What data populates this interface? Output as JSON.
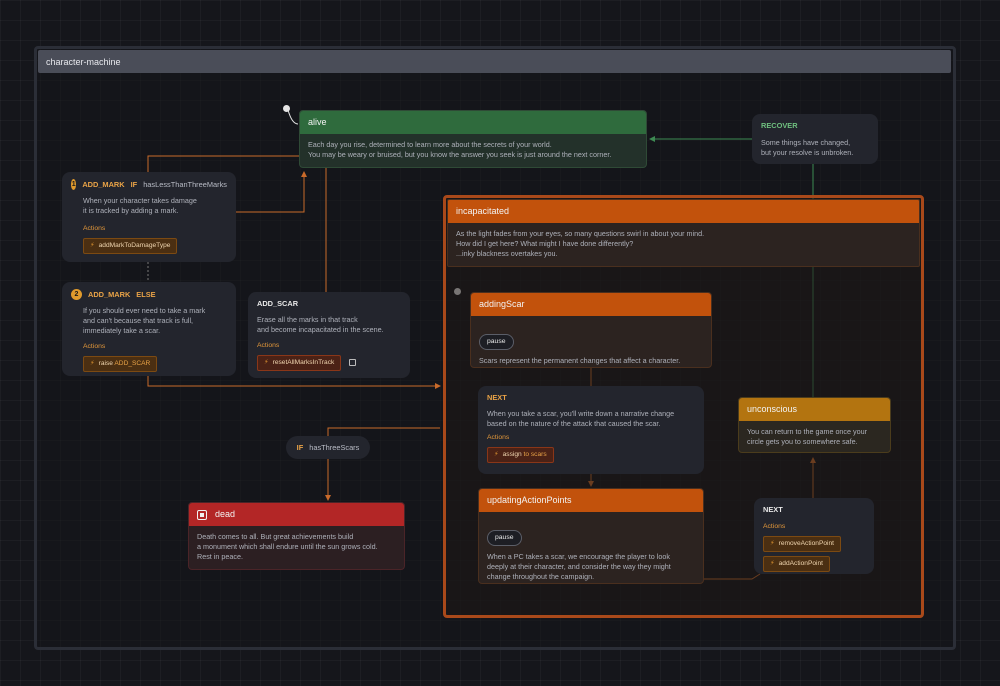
{
  "machine": {
    "title": "character-machine"
  },
  "states": {
    "alive": {
      "title": "alive",
      "description": "Each day you rise, determined to learn more about the secrets of your world.\nYou may be weary or bruised, but you know the answer you seek is just around the next corner."
    },
    "incapacitated": {
      "title": "incapacitated",
      "description": "As the light fades from your eyes, so many questions swirl in about your mind.\nHow did I get here? What might I have done differently?\n...inky blackness overtakes you."
    },
    "addingScar": {
      "title": "addingScar",
      "tag": "pause",
      "description": "Scars represent the permanent changes that affect a character."
    },
    "updatingActionPoints": {
      "title": "updatingActionPoints",
      "tag": "pause",
      "description": "When a PC takes a scar, we encourage the player to look\ndeeply at their character, and consider the way they might\nchange throughout the campaign."
    },
    "unconscious": {
      "title": "unconscious",
      "description": "You can return to the game once your\ncircle gets you to somewhere safe."
    },
    "dead": {
      "title": "dead",
      "description": "Death comes to all. But great achievements build\na monument which shall endure until the sun grows cold.\nRest in peace."
    }
  },
  "transitions": {
    "recover": {
      "event": "RECOVER",
      "description": "Some things have changed,\nbut your resolve is unbroken."
    },
    "add_mark_1": {
      "index": "1",
      "event": "ADD_MARK",
      "keyword": "IF",
      "guard": "hasLessThanThreeMarks",
      "description": "When your character takes damage\nit is tracked by adding a mark.",
      "actions_label": "Actions",
      "actions": [
        "addMarkToDamageType"
      ]
    },
    "add_mark_2": {
      "index": "2",
      "event": "ADD_MARK",
      "keyword": "ELSE",
      "description": "If you should ever need to take a mark\nand can't because that track is full,\nimmediately take a scar.",
      "actions_label": "Actions",
      "action_raise": "raise",
      "action_target": "ADD_SCAR"
    },
    "add_scar": {
      "event": "ADD_SCAR",
      "description": "Erase all the marks in that track\nand become incapacitated in the scene.",
      "actions_label": "Actions",
      "actions": [
        "resetAllMarksInTrack"
      ]
    },
    "next_scar": {
      "event": "NEXT",
      "description": "When you take a scar, you'll write down a narrative change\nbased on the nature of the attack that caused the scar.",
      "actions_label": "Actions",
      "action_assign": "assign",
      "action_target": "to scars"
    },
    "has_three_scars": {
      "keyword": "IF",
      "guard": "hasThreeScars"
    },
    "next_action_points": {
      "event": "NEXT",
      "actions_label": "Actions",
      "actions": [
        "removeActionPoint",
        "addActionPoint"
      ]
    }
  },
  "colors": {
    "alive": "#2f6b3d",
    "incapacitated": "#c2520c",
    "unconscious": "#b37410",
    "dead": "#b32626",
    "event": "#e9a347"
  }
}
